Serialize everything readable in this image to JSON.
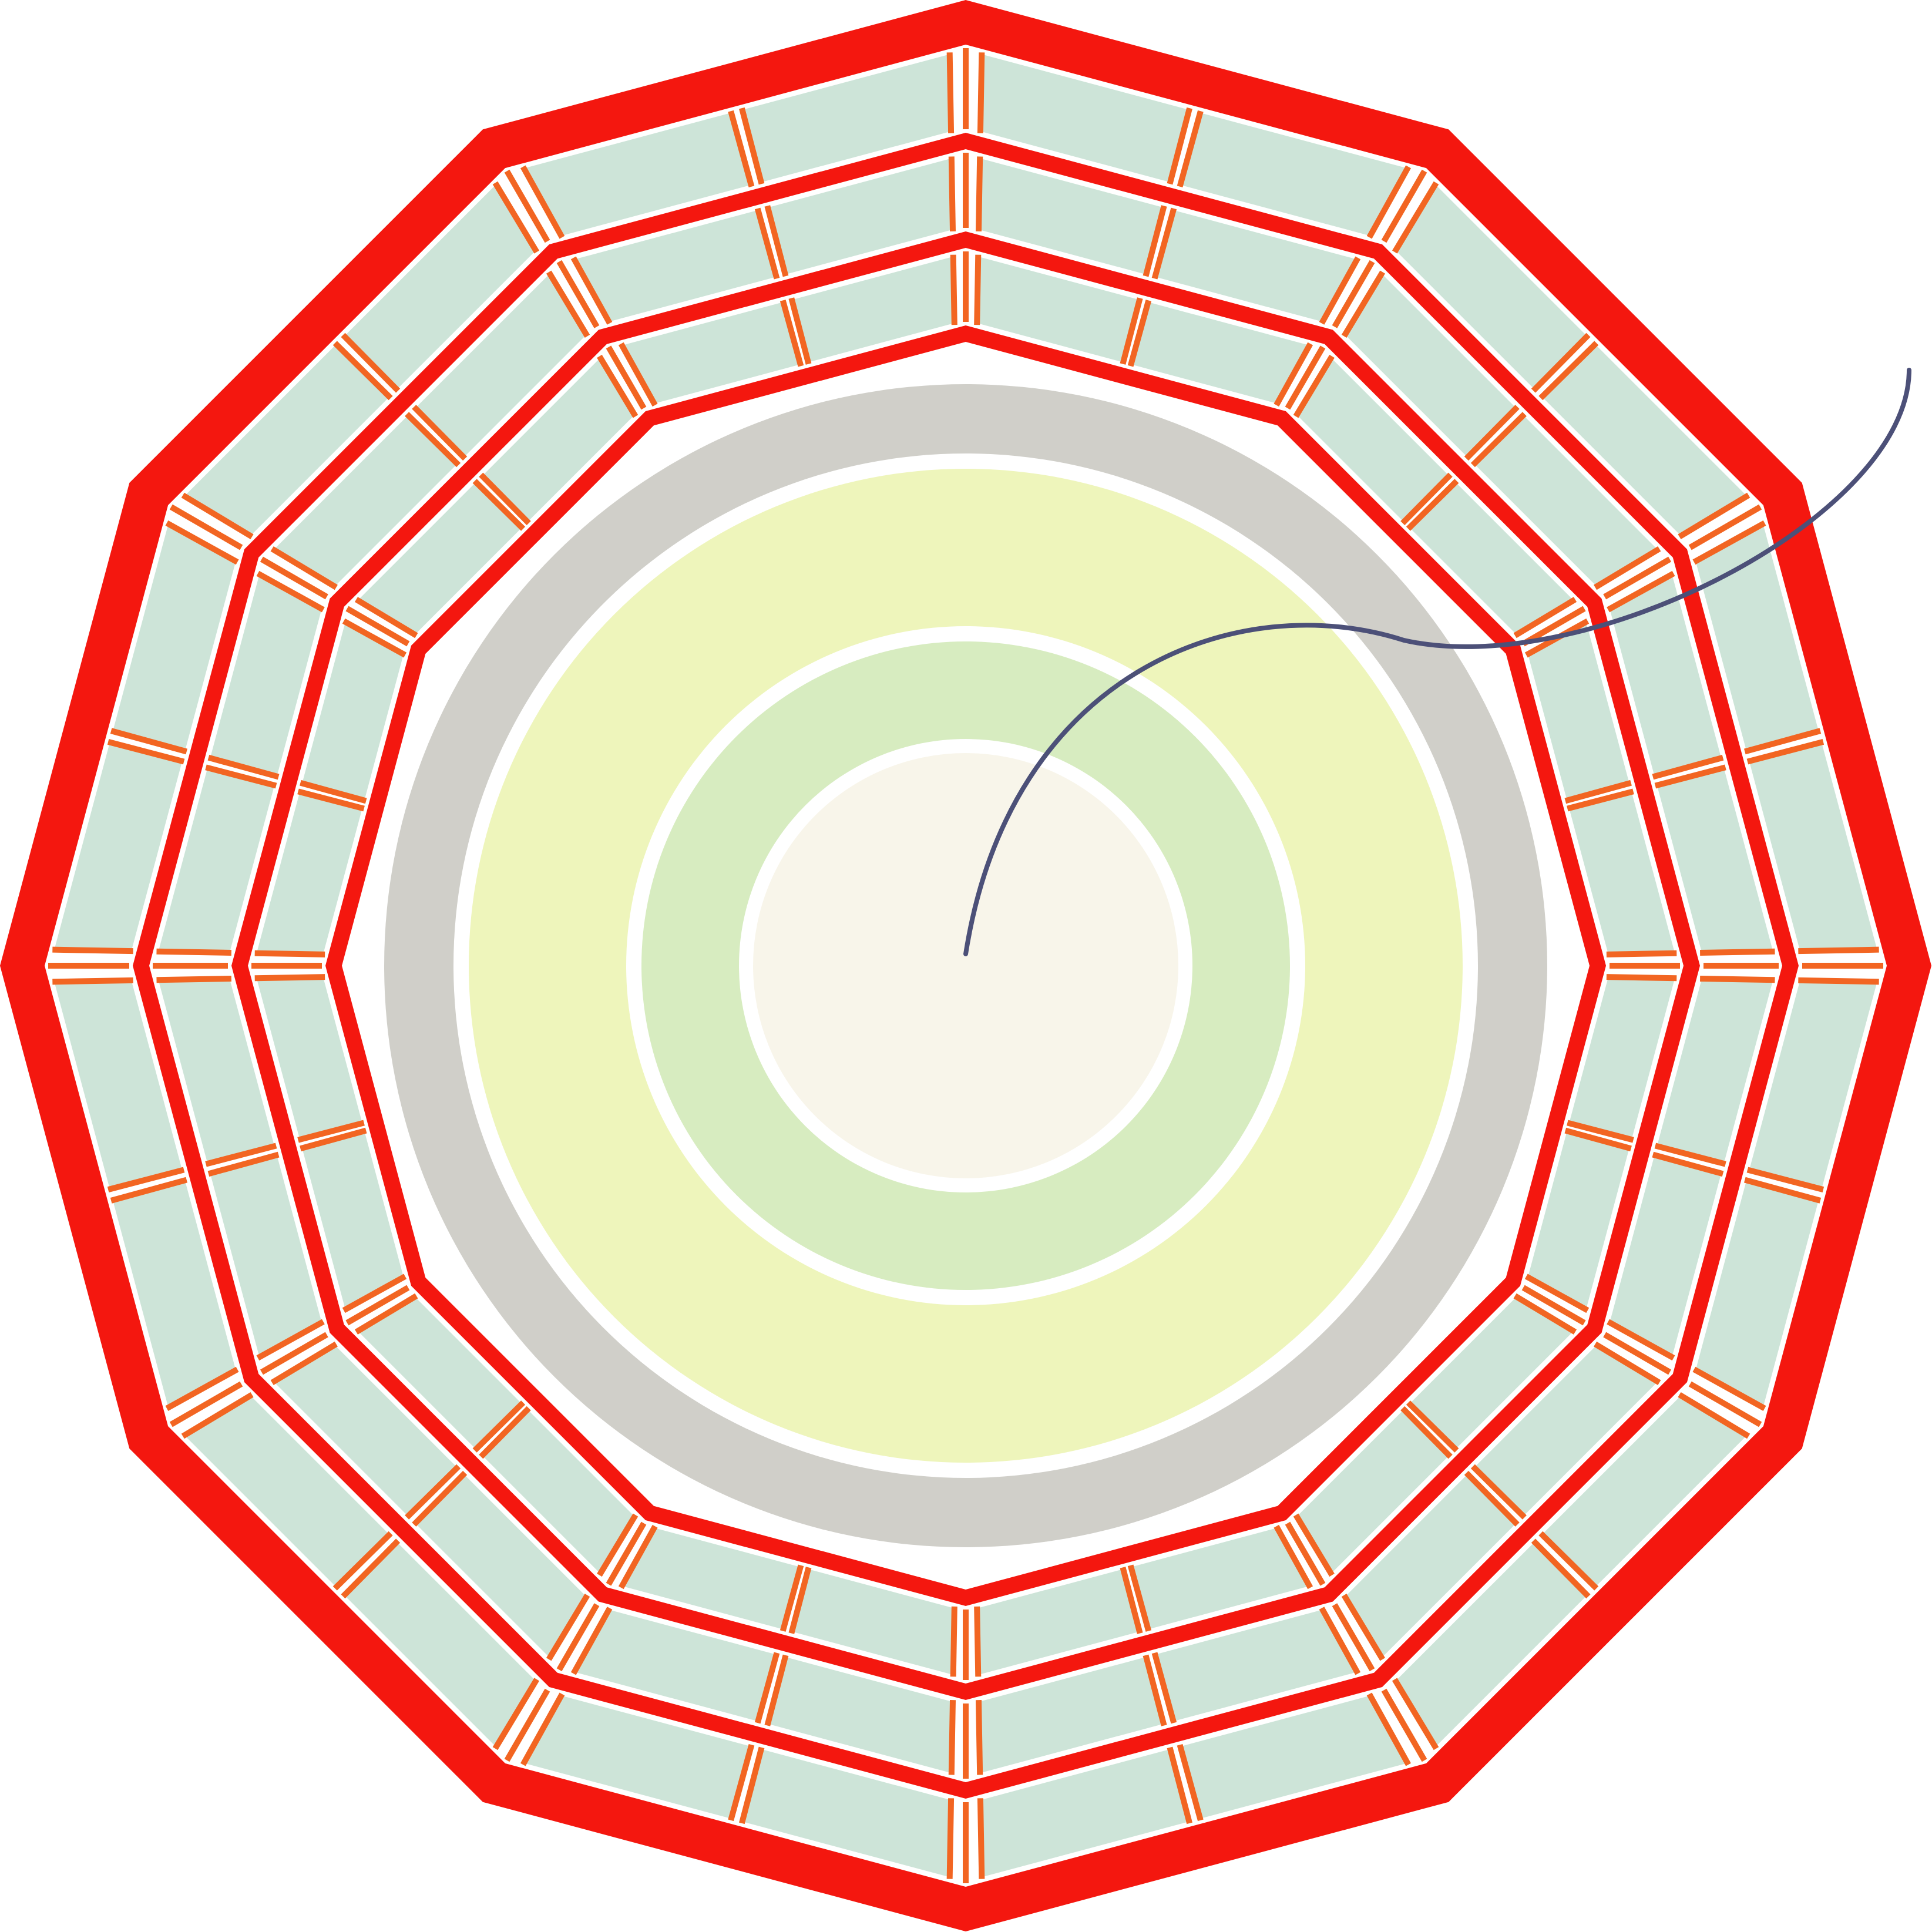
{
  "figure": {
    "kind": "detector cross-section (transverse view)",
    "symmetry_sides": 12,
    "colors": {
      "background": "#ffffff",
      "outer_yoke": "#f4170f",
      "muon_chamber_fill": "#cde4d8",
      "chamber_frame": "#f26522",
      "gap_white": "#ffffff",
      "coil_ring": "#d0cfc9",
      "hadronic_calorimeter": "#eef5bb",
      "em_calorimeter": "#d7ecc0",
      "tracker": "#f8f5ea",
      "particle_track": "#4c5078"
    },
    "layers": [
      {
        "name": "outer-return-yoke"
      },
      {
        "name": "muon-station-outer"
      },
      {
        "name": "muon-station-middle"
      },
      {
        "name": "muon-station-inner"
      },
      {
        "name": "solenoid-coil"
      },
      {
        "name": "hadronic-calorimeter"
      },
      {
        "name": "electromagnetic-calorimeter"
      },
      {
        "name": "inner-tracker"
      }
    ],
    "track": {
      "name": "muon-track",
      "shape": "curved trajectory from center exiting upper-right"
    }
  }
}
